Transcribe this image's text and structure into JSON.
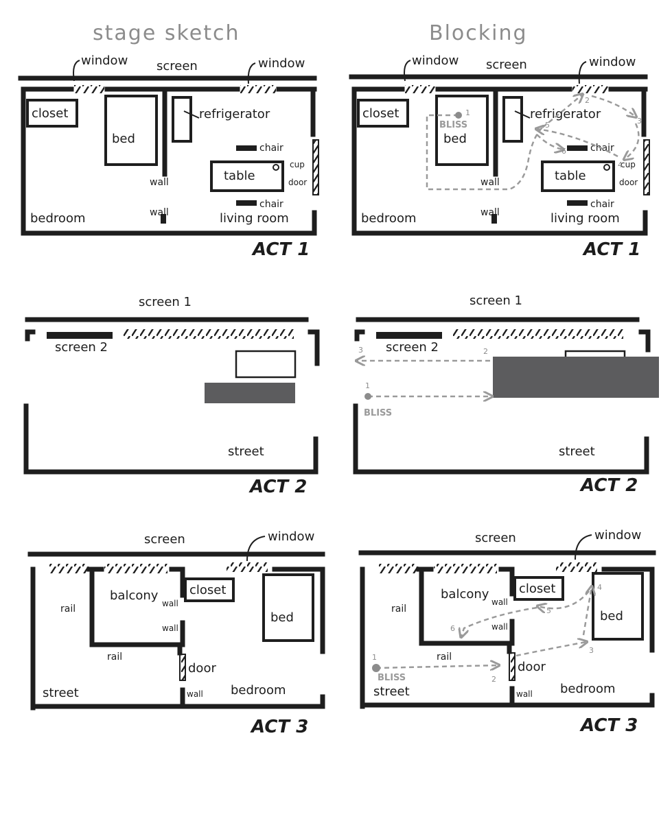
{
  "headings": {
    "left": "stage sketch",
    "right": "Blocking"
  },
  "act1": {
    "act_label": "ACT 1",
    "screen": "screen",
    "window": "window",
    "closet": "closet",
    "bed": "bed",
    "refrigerator": "refrigerator",
    "chair": "chair",
    "table": "table",
    "cup": "cup",
    "door": "door",
    "wall": "wall",
    "bedroom": "bedroom",
    "living_room": "living room",
    "character": "BLISS",
    "steps": [
      "1",
      "2",
      "3",
      "4",
      "5",
      "6"
    ]
  },
  "act2": {
    "act_label": "ACT 2",
    "screen1": "screen 1",
    "screen2": "screen 2",
    "street": "street",
    "character": "BLISS",
    "steps": [
      "1",
      "2",
      "3"
    ]
  },
  "act3": {
    "act_label": "ACT 3",
    "screen": "screen",
    "window": "window",
    "balcony": "balcony",
    "closet": "closet",
    "bed": "bed",
    "rail": "rail",
    "wall": "wall",
    "door": "door",
    "street": "street",
    "bedroom": "bedroom",
    "character": "BLISS",
    "steps": [
      "1",
      "2",
      "3",
      "4",
      "5",
      "6"
    ]
  },
  "colors": {
    "ink": "#1e1e1e",
    "blocking": "#9a9a9a",
    "solid_block": "#5c5c5e"
  }
}
